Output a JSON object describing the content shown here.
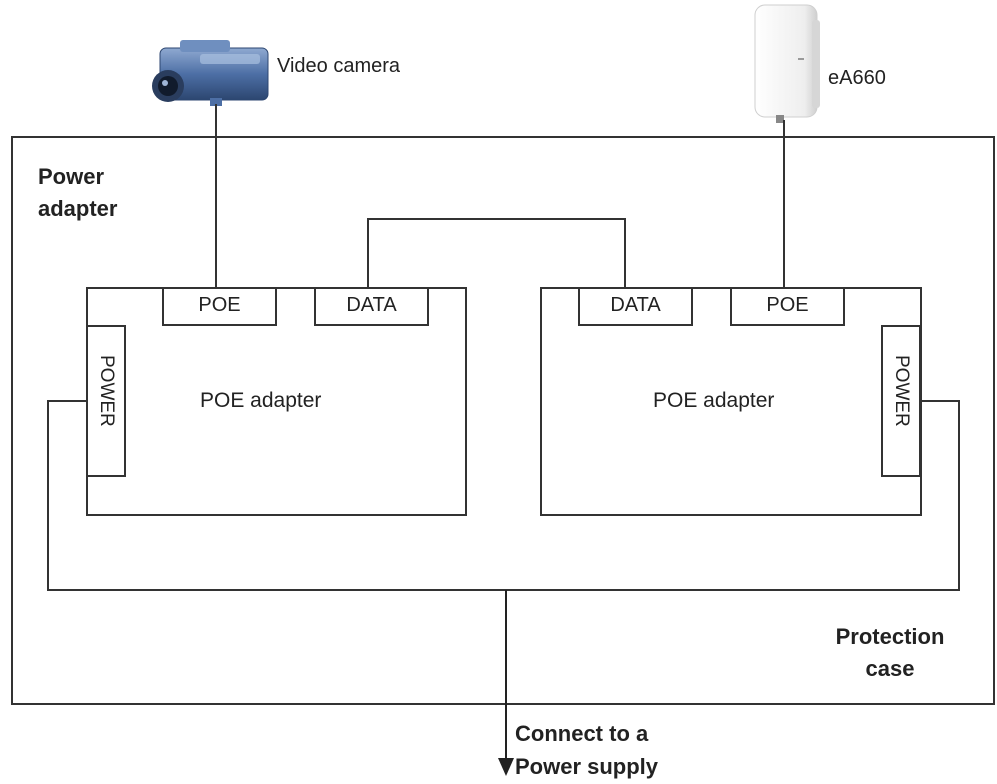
{
  "devices": {
    "camera_label": "Video camera",
    "ap_label": "eA660"
  },
  "enclosure": {
    "power_adapter_label": "Power adapter",
    "protection_case_label": "Protection case"
  },
  "left_adapter": {
    "title": "POE adapter",
    "port_poe": "POE",
    "port_data": "DATA",
    "port_power": "POWER"
  },
  "right_adapter": {
    "title": "POE adapter",
    "port_data": "DATA",
    "port_poe": "POE",
    "port_power": "POWER"
  },
  "output": {
    "label": "Connect to a Power supply"
  },
  "colors": {
    "line": "#333333",
    "camera_body": "#3a5a8c",
    "camera_accent": "#6f8fbf",
    "ap_body": "#f2f2f2"
  }
}
